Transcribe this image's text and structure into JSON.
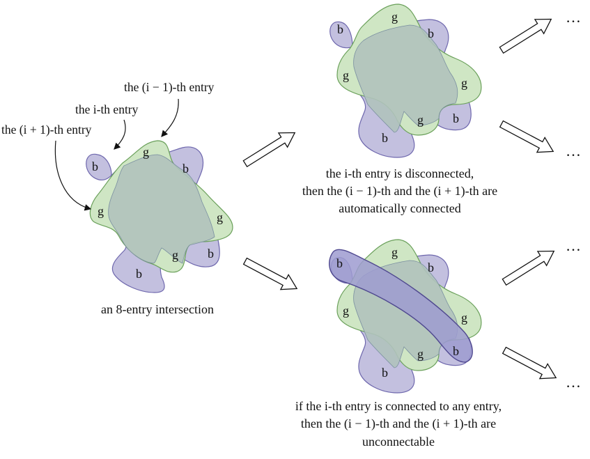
{
  "colors": {
    "green_fill": "#cfe6c4",
    "green_stroke": "#6aa05a",
    "blue_fill": "#c3c0df",
    "blue_stroke": "#6e67ad",
    "overlap_fill": "#b0c2bd",
    "band_fill": "#9e9bd0"
  },
  "labels": {
    "b": "b",
    "g": "g",
    "dots": "…"
  },
  "annotations": {
    "i_minus_1": "the (i − 1)-th entry",
    "i": "the i-th entry",
    "i_plus_1": "the (i + 1)-th entry"
  },
  "captions": {
    "left": "an 8-entry intersection",
    "top_line1": "the i-th entry is disconnected,",
    "top_line2": "then the (i − 1)-th and the (i + 1)-th are",
    "top_line3": "automatically connected",
    "bottom_line1": "if the i-th entry is connected to any entry,",
    "bottom_line2": "then the (i − 1)-th and the (i + 1)-th are",
    "bottom_line3": "unconnectable"
  }
}
